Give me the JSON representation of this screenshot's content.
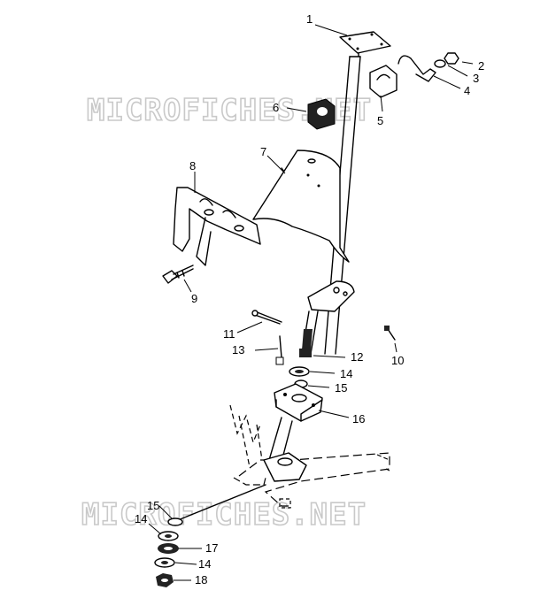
{
  "watermarks": [
    "MICROFICHES.NET",
    "MICROFICHES.NET"
  ],
  "callouts": [
    {
      "id": "c1",
      "label": "1"
    },
    {
      "id": "c2",
      "label": "2"
    },
    {
      "id": "c3",
      "label": "3"
    },
    {
      "id": "c4",
      "label": "4"
    },
    {
      "id": "c5",
      "label": "5"
    },
    {
      "id": "c6",
      "label": "6"
    },
    {
      "id": "c7",
      "label": "7"
    },
    {
      "id": "c8",
      "label": "8"
    },
    {
      "id": "c9",
      "label": "9"
    },
    {
      "id": "c10",
      "label": "10"
    },
    {
      "id": "c11",
      "label": "11"
    },
    {
      "id": "c12",
      "label": "12"
    },
    {
      "id": "c13",
      "label": "13"
    },
    {
      "id": "c14a",
      "label": "14"
    },
    {
      "id": "c15a",
      "label": "15"
    },
    {
      "id": "c16",
      "label": "16"
    },
    {
      "id": "c15b",
      "label": "15"
    },
    {
      "id": "c14b",
      "label": "14"
    },
    {
      "id": "c17",
      "label": "17"
    },
    {
      "id": "c14c",
      "label": "14"
    },
    {
      "id": "c18",
      "label": "18"
    }
  ]
}
